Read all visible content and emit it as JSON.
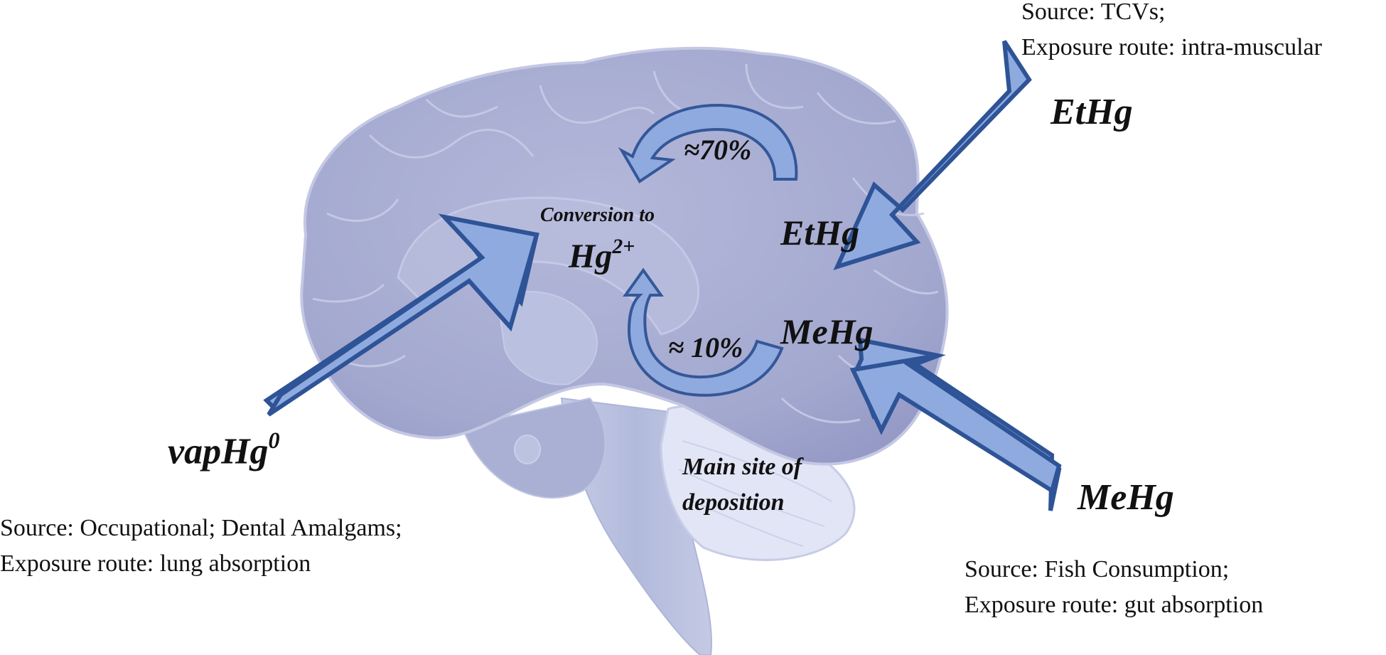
{
  "labels": {
    "conversion_line1": "Conversion to",
    "conversion_line2_base": "Hg",
    "conversion_line2_sup": "2+",
    "pct_upper": "≈70%",
    "pct_lower": "≈ 10%",
    "ethg_inner": "EtHg",
    "mehg_inner": "MeHg",
    "ethg_outer": "EtHg",
    "mehg_outer": "MeHg",
    "vaphg_base": "vapHg",
    "vaphg_sup": "0",
    "deposition_line1": "Main site of",
    "deposition_line2": "deposition"
  },
  "sources": {
    "ethg": {
      "line1": "Source: TCVs;",
      "line2": "Exposure route: intra-muscular"
    },
    "vaphg": {
      "line1": "Source: Occupational; Dental Amalgams;",
      "line2": "Exposure route: lung absorption"
    },
    "mehg": {
      "line1": "Source: Fish Consumption;",
      "line2": "Exposure route: gut absorption"
    }
  },
  "colors": {
    "brain": "#a4a9d0",
    "brain_edge": "#c2c6e2",
    "cerebellum": "#e3e6f6",
    "brainstem": "#bcc3e0",
    "arrow_fill": "#8eaadf",
    "arrow_stroke": "#2e5396",
    "text": "#111111"
  }
}
